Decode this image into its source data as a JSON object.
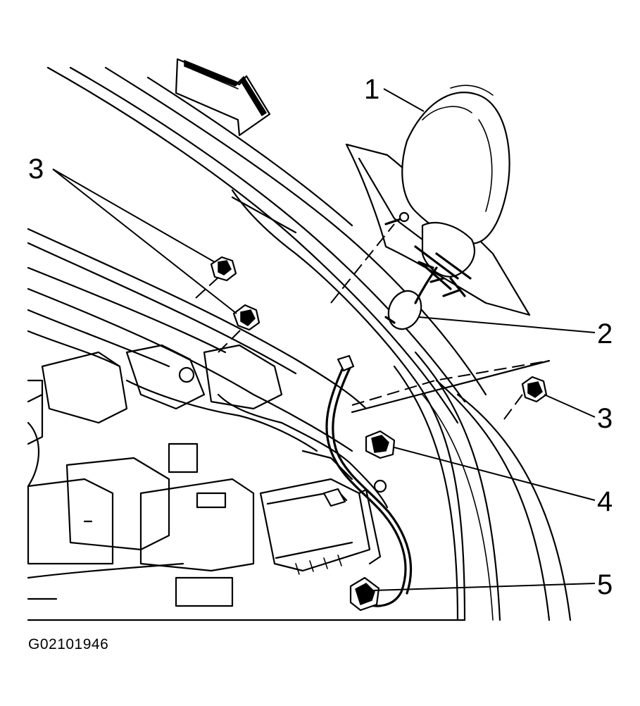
{
  "figure_id": "G02101946",
  "callouts": [
    {
      "label": "1",
      "part": "mirror"
    },
    {
      "label": "2",
      "part": "grommet"
    },
    {
      "label": "3",
      "part": "nut"
    },
    {
      "label": "3",
      "part": "nut"
    },
    {
      "label": "4",
      "part": "connector"
    },
    {
      "label": "5",
      "part": "connector"
    }
  ],
  "icons": {
    "direction_arrow": "front-direction-arrow-icon"
  },
  "colors": {
    "line": "#000000",
    "background": "#ffffff"
  }
}
